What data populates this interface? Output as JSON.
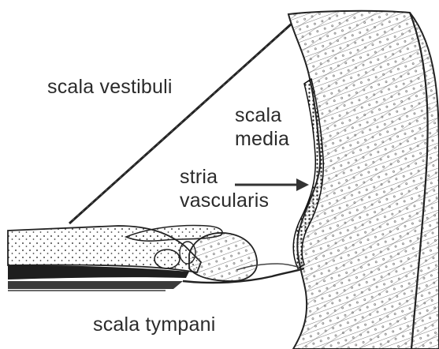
{
  "labels": {
    "scala_vestibuli": "scala vestibuli",
    "scala_media": {
      "line1": "scala",
      "line2": "media"
    },
    "stria_vascularis": {
      "line1": "stria",
      "line2": "vascularis"
    },
    "scala_tympani": "scala tympani"
  },
  "colors": {
    "ink": "#2b2b2b",
    "background": "#ffffff"
  }
}
